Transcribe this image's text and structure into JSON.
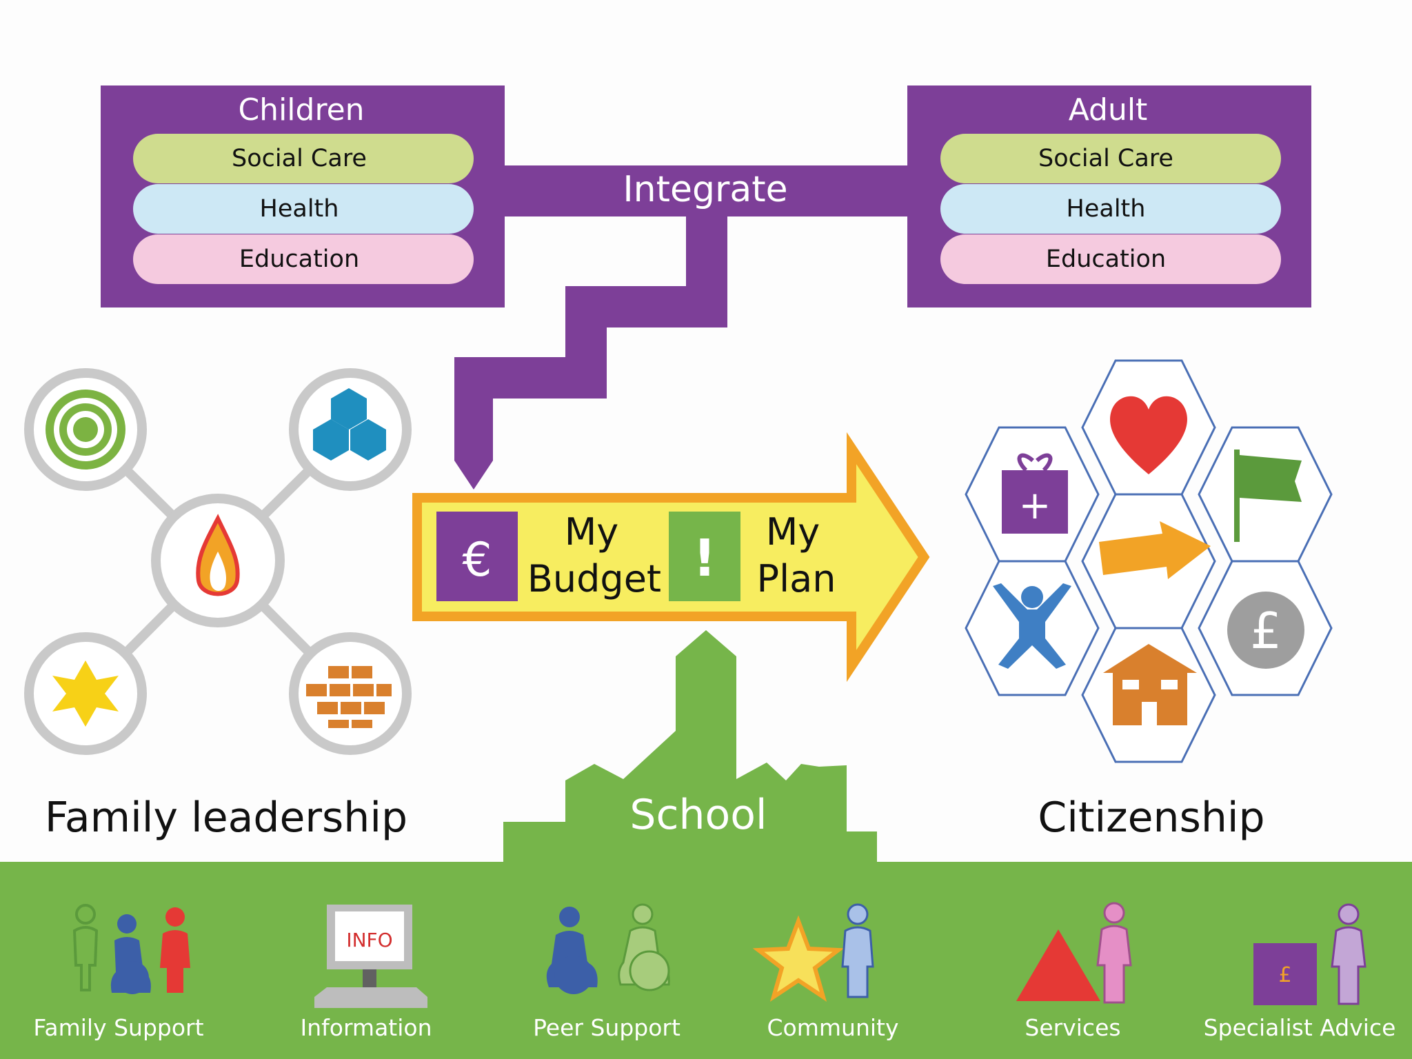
{
  "children_box": {
    "title": "Children",
    "items": [
      "Social Care",
      "Health",
      "Education"
    ]
  },
  "adult_box": {
    "title": "Adult",
    "items": [
      "Social Care",
      "Health",
      "Education"
    ]
  },
  "integrate_label": "Integrate",
  "arrow": {
    "budget_symbol": "€",
    "budget_line1": "My",
    "budget_line2": "Budget",
    "plan_symbol": "!",
    "plan_line1": "My",
    "plan_line2": "Plan"
  },
  "family_leadership_label": "Family leadership",
  "school_label": "School",
  "citizenship_label": "Citizenship",
  "citizenship_icons": [
    "heart-icon",
    "gift-plus-icon",
    "flag-icon",
    "arrow-icon",
    "person-icon",
    "pound-icon",
    "house-icon"
  ],
  "family_icons": [
    "target-icon",
    "hexagons-icon",
    "flame-icon",
    "star-icon",
    "bricks-icon"
  ],
  "pound_symbol": "£",
  "plus_symbol": "+",
  "bottom_items": [
    {
      "label": "Family Support"
    },
    {
      "label": "Information",
      "screen_text": "INFO"
    },
    {
      "label": "Peer Support"
    },
    {
      "label": "Community"
    },
    {
      "label": "Services"
    },
    {
      "label": "Specialist Advice",
      "box_symbol": "£"
    }
  ],
  "colors": {
    "purple": "#7d3f98",
    "green_pill": "#cfdc8e",
    "blue_pill": "#cde8f5",
    "pink_pill": "#f5cadf",
    "ground_green": "#76b54a",
    "arrow_yellow": "#f7ed60",
    "arrow_orange": "#f2a326"
  }
}
